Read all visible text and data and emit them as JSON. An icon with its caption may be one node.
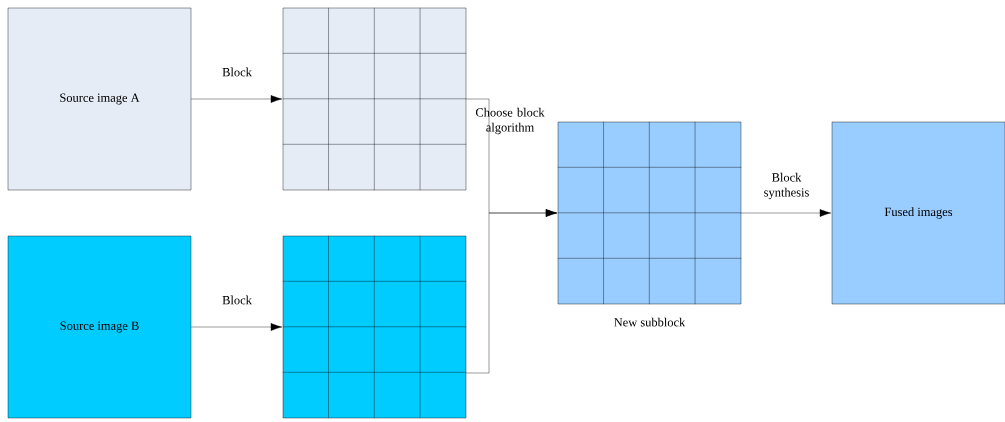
{
  "diagram": {
    "nodes": [
      {
        "text": [
          "Source image A"
        ]
      },
      {
        "text": [],
        "shape": "grid"
      },
      {
        "text": [
          "Source image B"
        ]
      },
      {
        "text": [],
        "shape": "grid"
      },
      {
        "text": [],
        "shape": "grid",
        "beside": [
          "New subblock"
        ]
      },
      {
        "text": [
          "Fused images"
        ]
      }
    ],
    "edges": [
      {
        "from": 0,
        "to": 1,
        "arrow": "to",
        "label": "Block"
      },
      {
        "from": 2,
        "to": 3,
        "arrow": "to",
        "label": "Block"
      },
      {
        "from": 1,
        "to": 4,
        "arrow": "to",
        "label": "Choose block algorithm"
      },
      {
        "from": 3,
        "to": 4,
        "arrow": "to"
      },
      {
        "from": 4,
        "to": 5,
        "arrow": "to",
        "label": "Block synthesis"
      }
    ]
  }
}
